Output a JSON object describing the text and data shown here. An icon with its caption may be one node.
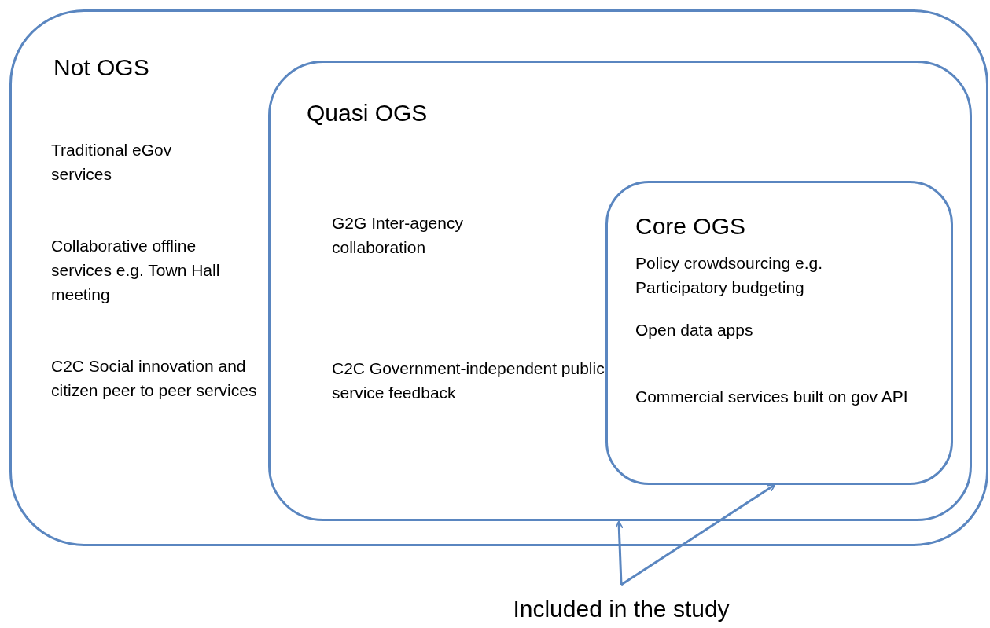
{
  "diagram": {
    "nodes": [
      {
        "text": [
          "Not OGS",
          "Traditional eGov services",
          "Collaborative offline services e.g. Town Hall meeting",
          "C2C Social innovation and citizen peer to peer services"
        ]
      },
      {
        "text": [
          "Quasi OGS",
          "G2G Inter-agency collaboration",
          "C2C Government-independent public service feedback"
        ],
        "in": 0
      },
      {
        "text": [
          "Core OGS",
          "Policy crowdsourcing e.g. Participatory budgeting",
          "Open data apps",
          "Commercial services built on gov API"
        ],
        "in": 1
      },
      {
        "text": [
          "Included in the study"
        ]
      }
    ],
    "edges": [
      {
        "from": 3,
        "to": 1,
        "arrow": "to"
      },
      {
        "from": 3,
        "to": 2,
        "arrow": "to"
      }
    ]
  }
}
